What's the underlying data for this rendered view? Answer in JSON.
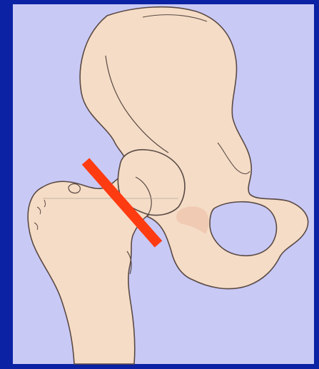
{
  "colors": {
    "frame_blue": "#0a22a3",
    "panel_lavender": "#c9c9f6",
    "bone_fill": "#f5dcc6",
    "bone_shadow": "#efc8b0",
    "outline": "#5a4a44",
    "fracture_line": "#ff3b12"
  },
  "figure": {
    "subject": "hip-joint",
    "bones": [
      "pelvis",
      "femur"
    ],
    "marker": "femoral-neck-cut-line"
  }
}
